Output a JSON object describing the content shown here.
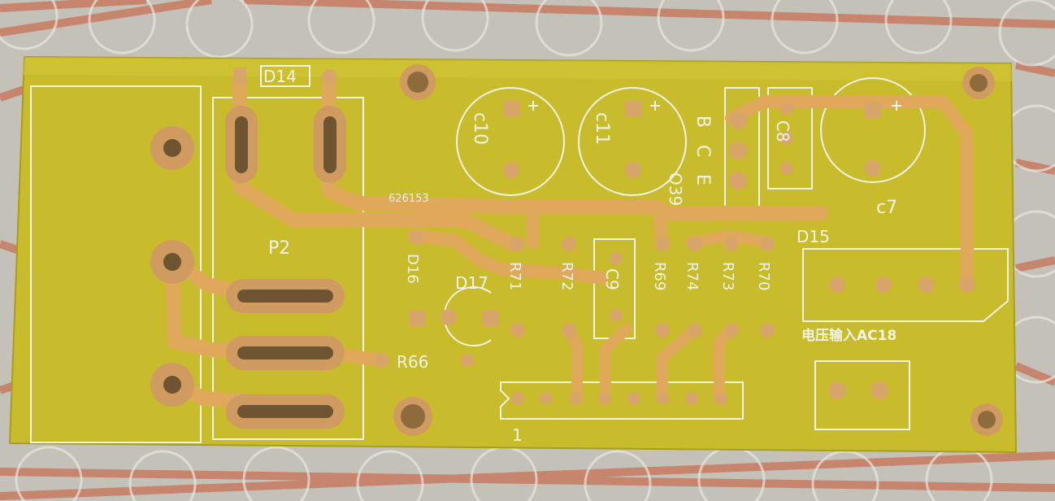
{
  "photo": {
    "subject": "pcb-board",
    "colors": {
      "board": "#c9bc2c",
      "board_shade": "#b3a620",
      "copper_trace": "#e0a85a",
      "copper_pad": "#cf9b60",
      "silkscreen": "#eef3e6",
      "background": "#b9b6ad",
      "background_pattern": "#c9542e"
    }
  },
  "labels": {
    "d14": "D14",
    "p2": "P2",
    "c10": "c10",
    "c11": "c11",
    "bce_b": "B",
    "bce_c": "C",
    "bce_e": "E",
    "q39": "Q39",
    "c8": "C8",
    "c7": "c7",
    "d15": "D15",
    "d16": "D16",
    "d17": "D17",
    "r71": "R71",
    "r72": "R72",
    "c9": "C9",
    "r69": "R69",
    "r74": "R74",
    "r73": "R73",
    "r70": "R70",
    "r66": "R66",
    "code": "626153",
    "voltage_input": "电压输入AC18",
    "pin1": "1"
  }
}
